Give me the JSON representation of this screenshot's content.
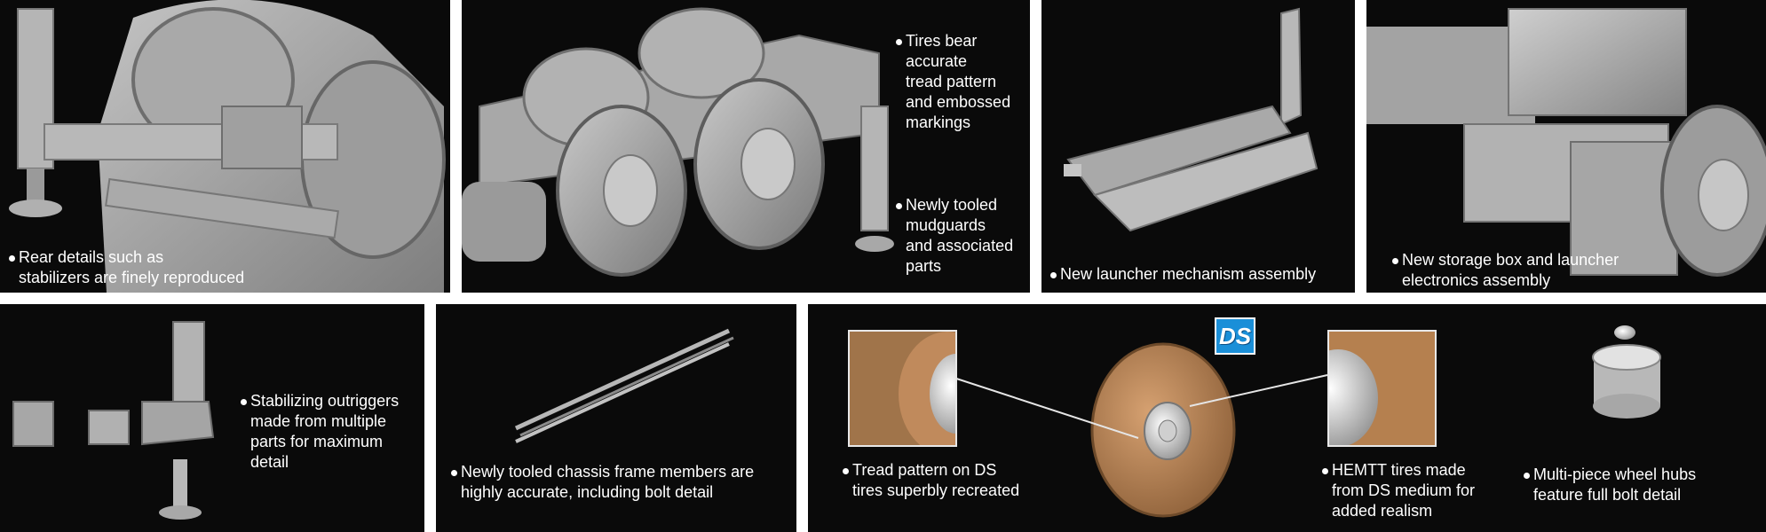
{
  "panels": {
    "rear": {
      "lines": [
        "Rear details such as",
        "stabilizers are finely reproduced"
      ]
    },
    "tires": {
      "lines": [
        "Tires bear",
        "accurate",
        "tread pattern",
        "and embossed",
        "markings"
      ]
    },
    "mudguards": {
      "lines": [
        "Newly tooled",
        "mudguards",
        "and associated",
        "parts"
      ]
    },
    "launcher": {
      "lines": [
        "New launcher mechanism assembly"
      ]
    },
    "storage": {
      "lines": [
        "New storage box and launcher",
        "electronics assembly"
      ]
    },
    "outriggers": {
      "lines": [
        "Stabilizing outriggers",
        "made from multiple",
        "parts for maximum",
        "detail"
      ]
    },
    "chassis": {
      "lines": [
        "Newly tooled chassis frame members are",
        "highly accurate, including bolt detail"
      ]
    },
    "tread": {
      "lines": [
        "Tread pattern on DS",
        "tires superbly recreated"
      ]
    },
    "hemtt": {
      "lines": [
        "HEMTT tires made",
        "from DS medium for",
        "added realism"
      ]
    },
    "hubs": {
      "lines": [
        "Multi-piece wheel hubs",
        "feature full bolt detail"
      ]
    },
    "logo": {
      "text": "DS"
    }
  },
  "colors": {
    "panel_bg": "#050505",
    "model_grey": "#9a9a9a",
    "tire_tan": "#b8855a",
    "logo_blue": "#1a8fd8"
  }
}
